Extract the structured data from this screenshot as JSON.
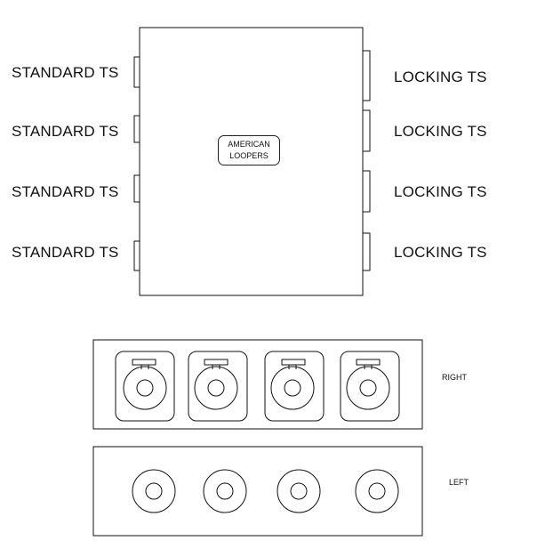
{
  "front_panel": {
    "left_labels": [
      "STANDARD TS",
      "STANDARD TS",
      "STANDARD TS",
      "STANDARD TS"
    ],
    "right_labels": [
      "LOCKING TS",
      "LOCKING TS",
      "LOCKING TS",
      "LOCKING TS"
    ],
    "brand": {
      "line1": "AMERICAN",
      "line2": "LOOPERS"
    }
  },
  "panels": {
    "right_label": "RIGHT",
    "left_label": "LEFT"
  }
}
